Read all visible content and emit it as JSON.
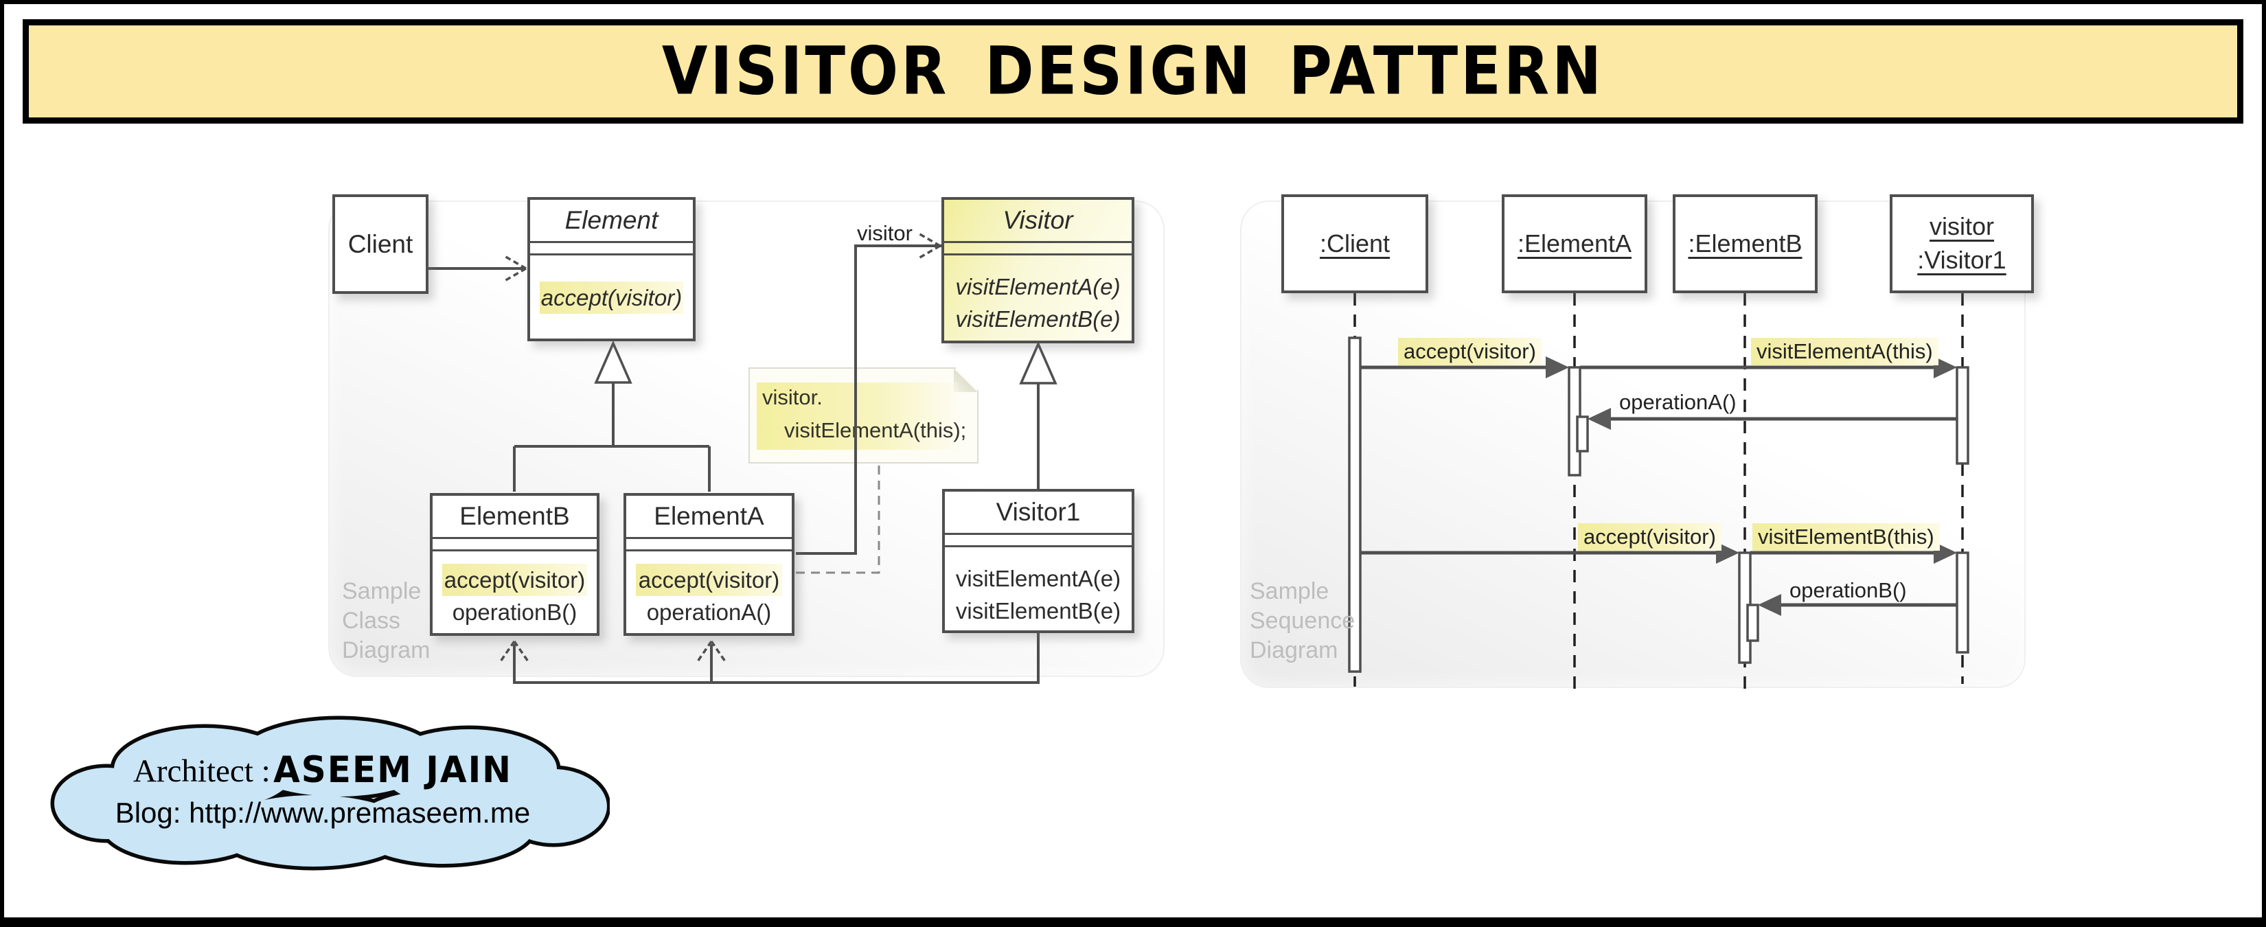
{
  "banner": {
    "title": "VISITOR DESIGN PATTERN"
  },
  "class_diagram": {
    "caption_lines": [
      "Sample",
      "Class",
      "Diagram"
    ],
    "client": {
      "name": "Client"
    },
    "element": {
      "name": "Element",
      "method": "accept(visitor)"
    },
    "visitor": {
      "name": "Visitor",
      "methods": [
        "visitElementA(e)",
        "visitElementB(e)"
      ]
    },
    "element_b": {
      "name": "ElementB",
      "methods": [
        "accept(visitor)",
        "operationB()"
      ]
    },
    "element_a": {
      "name": "ElementA",
      "methods": [
        "accept(visitor)",
        "operationA()"
      ]
    },
    "visitor1": {
      "name": "Visitor1",
      "methods": [
        "visitElementA(e)",
        "visitElementB(e)"
      ]
    },
    "association_label": "visitor",
    "note_lines": [
      "visitor.",
      "visitElementA(this);"
    ]
  },
  "sequence_diagram": {
    "caption_lines": [
      "Sample",
      "Sequence",
      "Diagram"
    ],
    "heads": [
      ":Client",
      ":ElementA",
      ":ElementB"
    ],
    "visitor_head_lines": [
      "visitor",
      ":Visitor1"
    ],
    "messages": {
      "accept_a": "accept(visitor)",
      "visit_element_a": "visitElementA(this)",
      "operation_a": "operationA()",
      "accept_b": "accept(visitor)",
      "visit_element_b": "visitElementB(this)",
      "operation_b": "operationB()"
    }
  },
  "footer_cloud": {
    "architect_label": "Architect :",
    "architect_name": "ASEEM JAIN",
    "blog": "Blog: http://www.premaseem.me"
  },
  "colors": {
    "banner_bg": "#fce9a5",
    "highlight_yellow": "#f2eda0",
    "visitor_box_yellow": "#f1ee9b",
    "cloud_blue": "#c9e5f6",
    "box_border": "#4f4f4f",
    "caption_gray": "#bdbdbd"
  }
}
